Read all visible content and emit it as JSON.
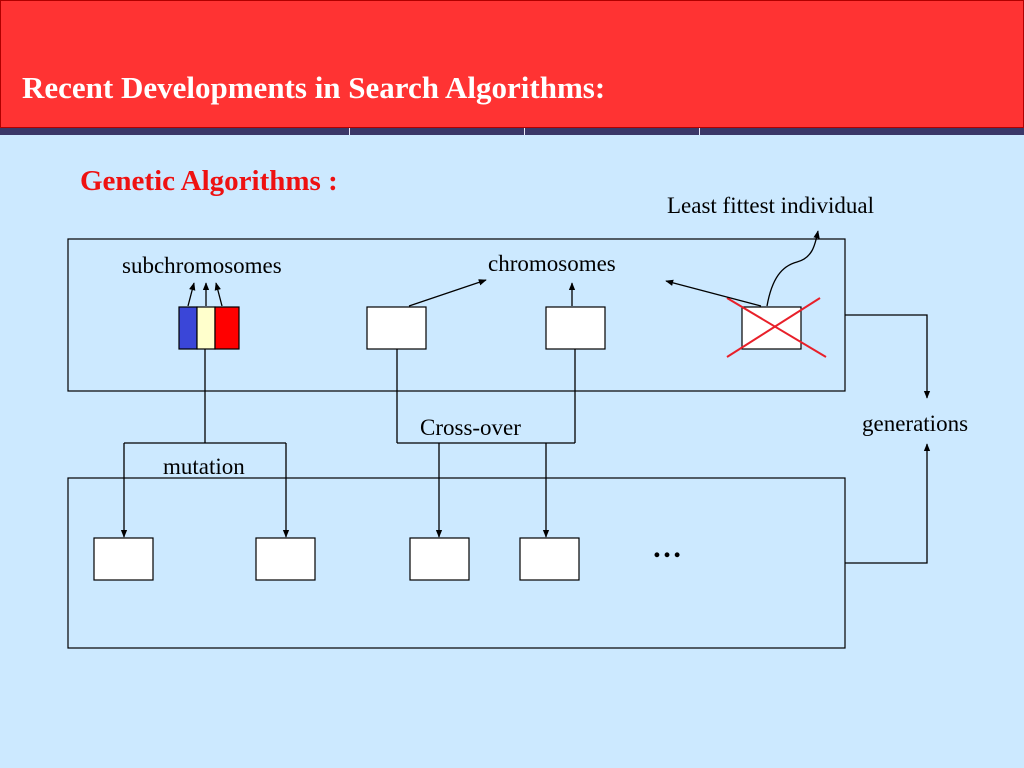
{
  "slide": {
    "title": "Recent Developments in Search Algorithms:",
    "heading": "Genetic Algorithms :"
  },
  "diagram": {
    "labels": {
      "least_fittest": "Least fittest individual",
      "subchromosomes": "subchromosomes",
      "chromosomes": "chromosomes",
      "crossover": "Cross-over",
      "mutation": "mutation",
      "generations": "generations",
      "ellipsis": "…"
    }
  },
  "colors": {
    "background": "#cce9ff",
    "header": "#ff3333",
    "header_band": "#3a3768",
    "heading_text": "#ee1111",
    "subchromosome_blue": "#3a46d8",
    "subchromosome_cream": "#ffffcc",
    "subchromosome_red": "#ff0000",
    "cross_mark": "#e8202a"
  }
}
